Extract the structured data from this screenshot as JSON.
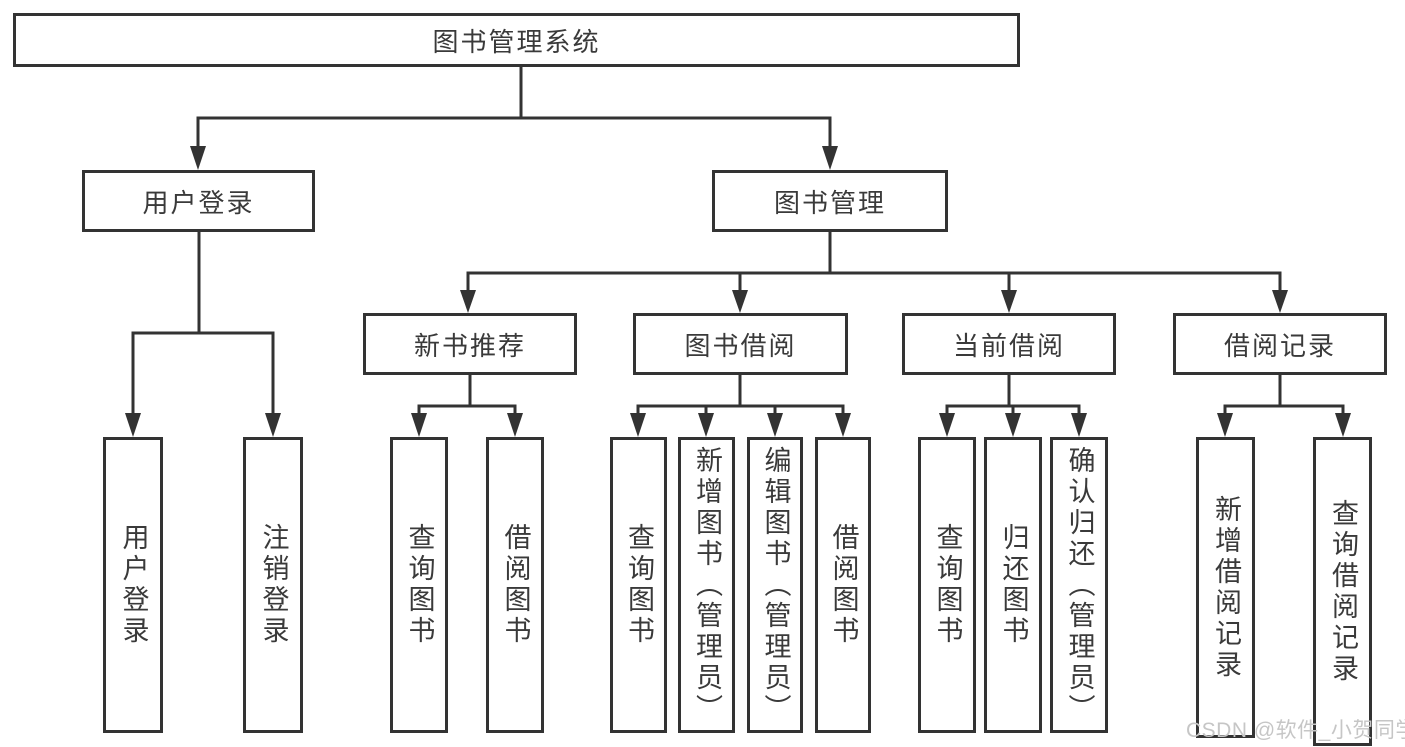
{
  "tree": {
    "label": "图书管理系统",
    "children": [
      {
        "label": "用户登录",
        "children": [
          {
            "label": "用户登录"
          },
          {
            "label": "注销登录"
          }
        ]
      },
      {
        "label": "图书管理",
        "children": [
          {
            "label": "新书推荐",
            "children": [
              {
                "label": "查询图书"
              },
              {
                "label": "借阅图书"
              }
            ]
          },
          {
            "label": "图书借阅",
            "children": [
              {
                "label": "查询图书"
              },
              {
                "label": "新增图书（管理员）"
              },
              {
                "label": "编辑图书（管理员）"
              },
              {
                "label": "借阅图书"
              }
            ]
          },
          {
            "label": "当前借阅",
            "children": [
              {
                "label": "查询图书"
              },
              {
                "label": "归还图书"
              },
              {
                "label": "确认归还（管理员）"
              }
            ]
          },
          {
            "label": "借阅记录",
            "children": [
              {
                "label": "新增借阅记录"
              },
              {
                "label": "查询借阅记录"
              }
            ]
          }
        ]
      }
    ]
  },
  "watermark": {
    "text": "CSDN @软件_小贺同学"
  },
  "colors": {
    "line": "#333333",
    "border": "#333333",
    "text": "#3a3a3a",
    "watermark": "#c6c6c6",
    "background": "#ffffff"
  }
}
